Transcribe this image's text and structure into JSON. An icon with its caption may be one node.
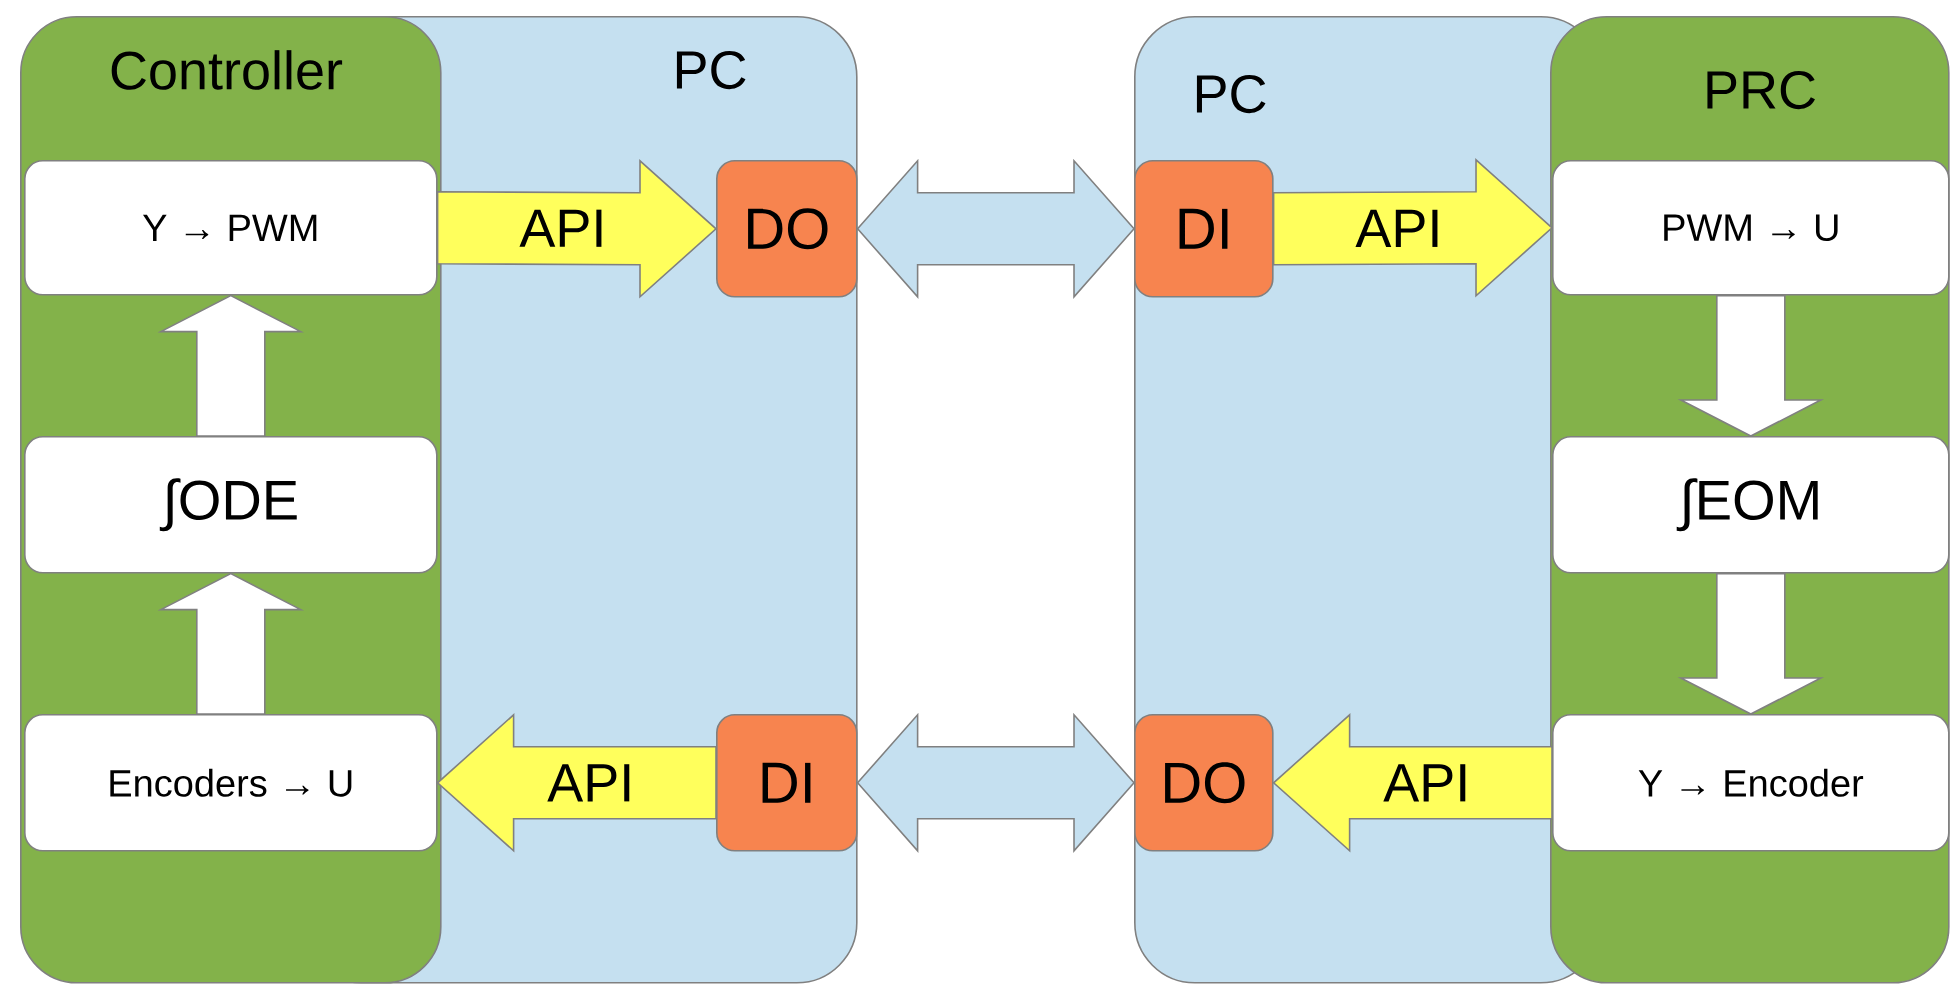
{
  "diagram": {
    "nodes": [
      {
        "text": [
          "Controller"
        ]
      },
      {
        "text": [
          "Y → PWM"
        ],
        "in": 0
      },
      {
        "text": [
          "∫ODE"
        ],
        "in": 0
      },
      {
        "text": [
          "Encoders → U"
        ],
        "in": 0
      },
      {
        "text": [
          "PC"
        ]
      },
      {
        "text": [
          "DO"
        ],
        "in": 4
      },
      {
        "text": [
          "DI"
        ],
        "in": 4
      },
      {
        "text": [
          "PC"
        ]
      },
      {
        "text": [
          "DI"
        ],
        "in": 7
      },
      {
        "text": [
          "DO"
        ],
        "in": 7
      },
      {
        "text": [
          "PRC"
        ]
      },
      {
        "text": [
          "PWM → U"
        ],
        "in": 10
      },
      {
        "text": [
          "∫EOM"
        ],
        "in": 10
      },
      {
        "text": [
          "Y → Encoder"
        ],
        "in": 10
      }
    ],
    "edges": [
      {
        "from": 1,
        "to": 5,
        "arrow": "to",
        "label": "API",
        "color": "#ffff5c"
      },
      {
        "from": 6,
        "to": 3,
        "arrow": "to",
        "label": "API",
        "color": "#ffff5c"
      },
      {
        "from": 3,
        "to": 2,
        "arrow": "to",
        "color": "#ffffff"
      },
      {
        "from": 2,
        "to": 1,
        "arrow": "to",
        "color": "#ffffff"
      },
      {
        "from": 5,
        "to": 8,
        "arrow": "both",
        "color": "#c5e0f0"
      },
      {
        "from": 6,
        "to": 9,
        "arrow": "both",
        "color": "#c5e0f0"
      },
      {
        "from": 8,
        "to": 11,
        "arrow": "to",
        "label": "API",
        "color": "#ffff5c"
      },
      {
        "from": 13,
        "to": 9,
        "arrow": "to",
        "label": "API",
        "color": "#ffff5c"
      },
      {
        "from": 11,
        "to": 12,
        "arrow": "to",
        "color": "#ffffff"
      },
      {
        "from": 12,
        "to": 13,
        "arrow": "to",
        "color": "#ffffff"
      }
    ]
  }
}
